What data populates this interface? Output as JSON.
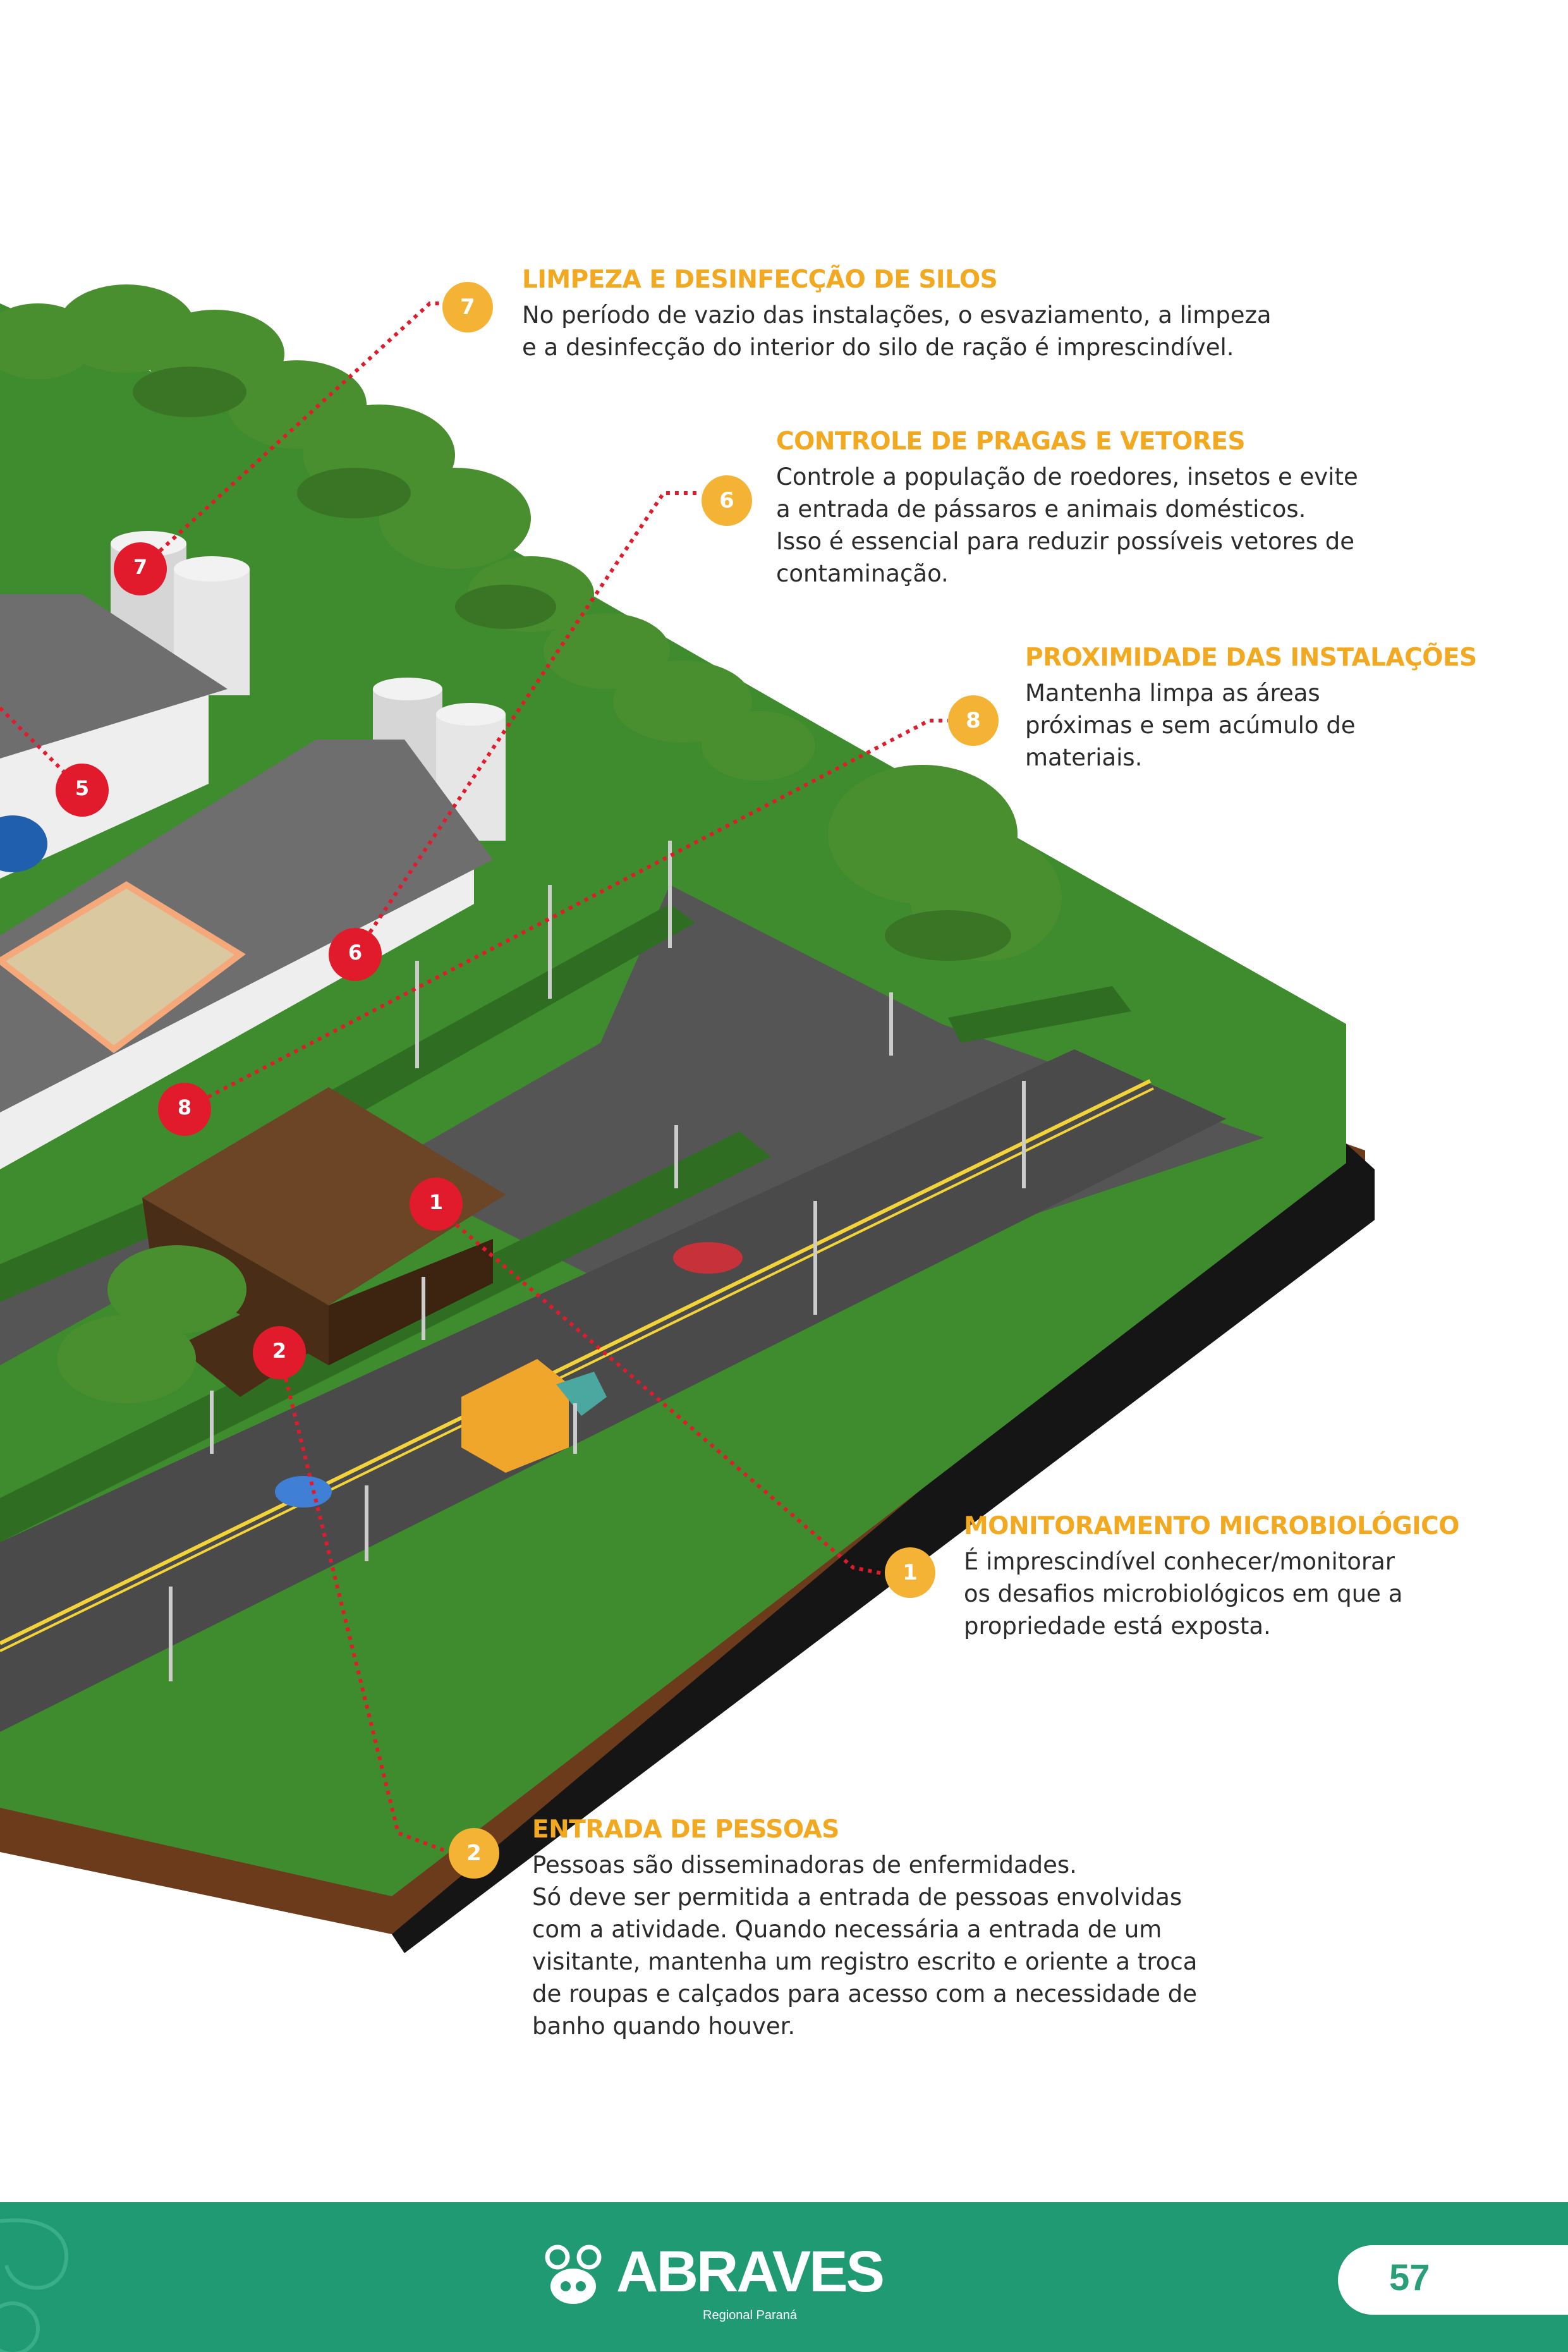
{
  "callouts": [
    {
      "number": "7",
      "title": "LIMPEZA E DESINFECÇÃO DE SILOS",
      "text": "No período de vazio das instalações, o esvaziamento, a limpeza\ne a desinfecção do interior do silo de ração é imprescindível."
    },
    {
      "number": "6",
      "title": "CONTROLE DE PRAGAS E VETORES",
      "text": "Controle a população de roedores, insetos e evite\na entrada de pássaros e animais domésticos.\nIsso é essencial para reduzir possíveis vetores de\ncontaminação."
    },
    {
      "number": "8",
      "title": "PROXIMIDADE DAS INSTALAÇÕES",
      "text": "Mantenha limpa as áreas\npróximas e sem acúmulo de\nmateriais."
    },
    {
      "number": "1",
      "title": "MONITORAMENTO MICROBIOLÓGICO",
      "text": "É imprescindível conhecer/monitorar\nos desafios microbiológicos em que a\npropriedade está exposta."
    },
    {
      "number": "2",
      "title": "ENTRADA DE PESSOAS",
      "text": "Pessoas são disseminadoras de enfermidades.\nSó deve ser permitida a entrada de pessoas envolvidas\ncom a atividade. Quando necessária a entrada de um\nvisitante, mantenha um registro escrito e oriente a troca\nde roupas e calçados para acesso com a necessidade de\nbanho quando houver."
    }
  ],
  "markers": [
    "7",
    "5",
    "6",
    "8",
    "1",
    "2"
  ],
  "footer": {
    "brand": "ABRAVES",
    "subtitle": "Regional Paraná",
    "page_number": "57"
  },
  "colors": {
    "accent_orange": "#f5b335",
    "title_orange": "#f2a81f",
    "marker_red": "#e21b2c",
    "footer_green": "#1f9a73",
    "grass": "#3d8b2e",
    "road": "#4a4a4a"
  }
}
